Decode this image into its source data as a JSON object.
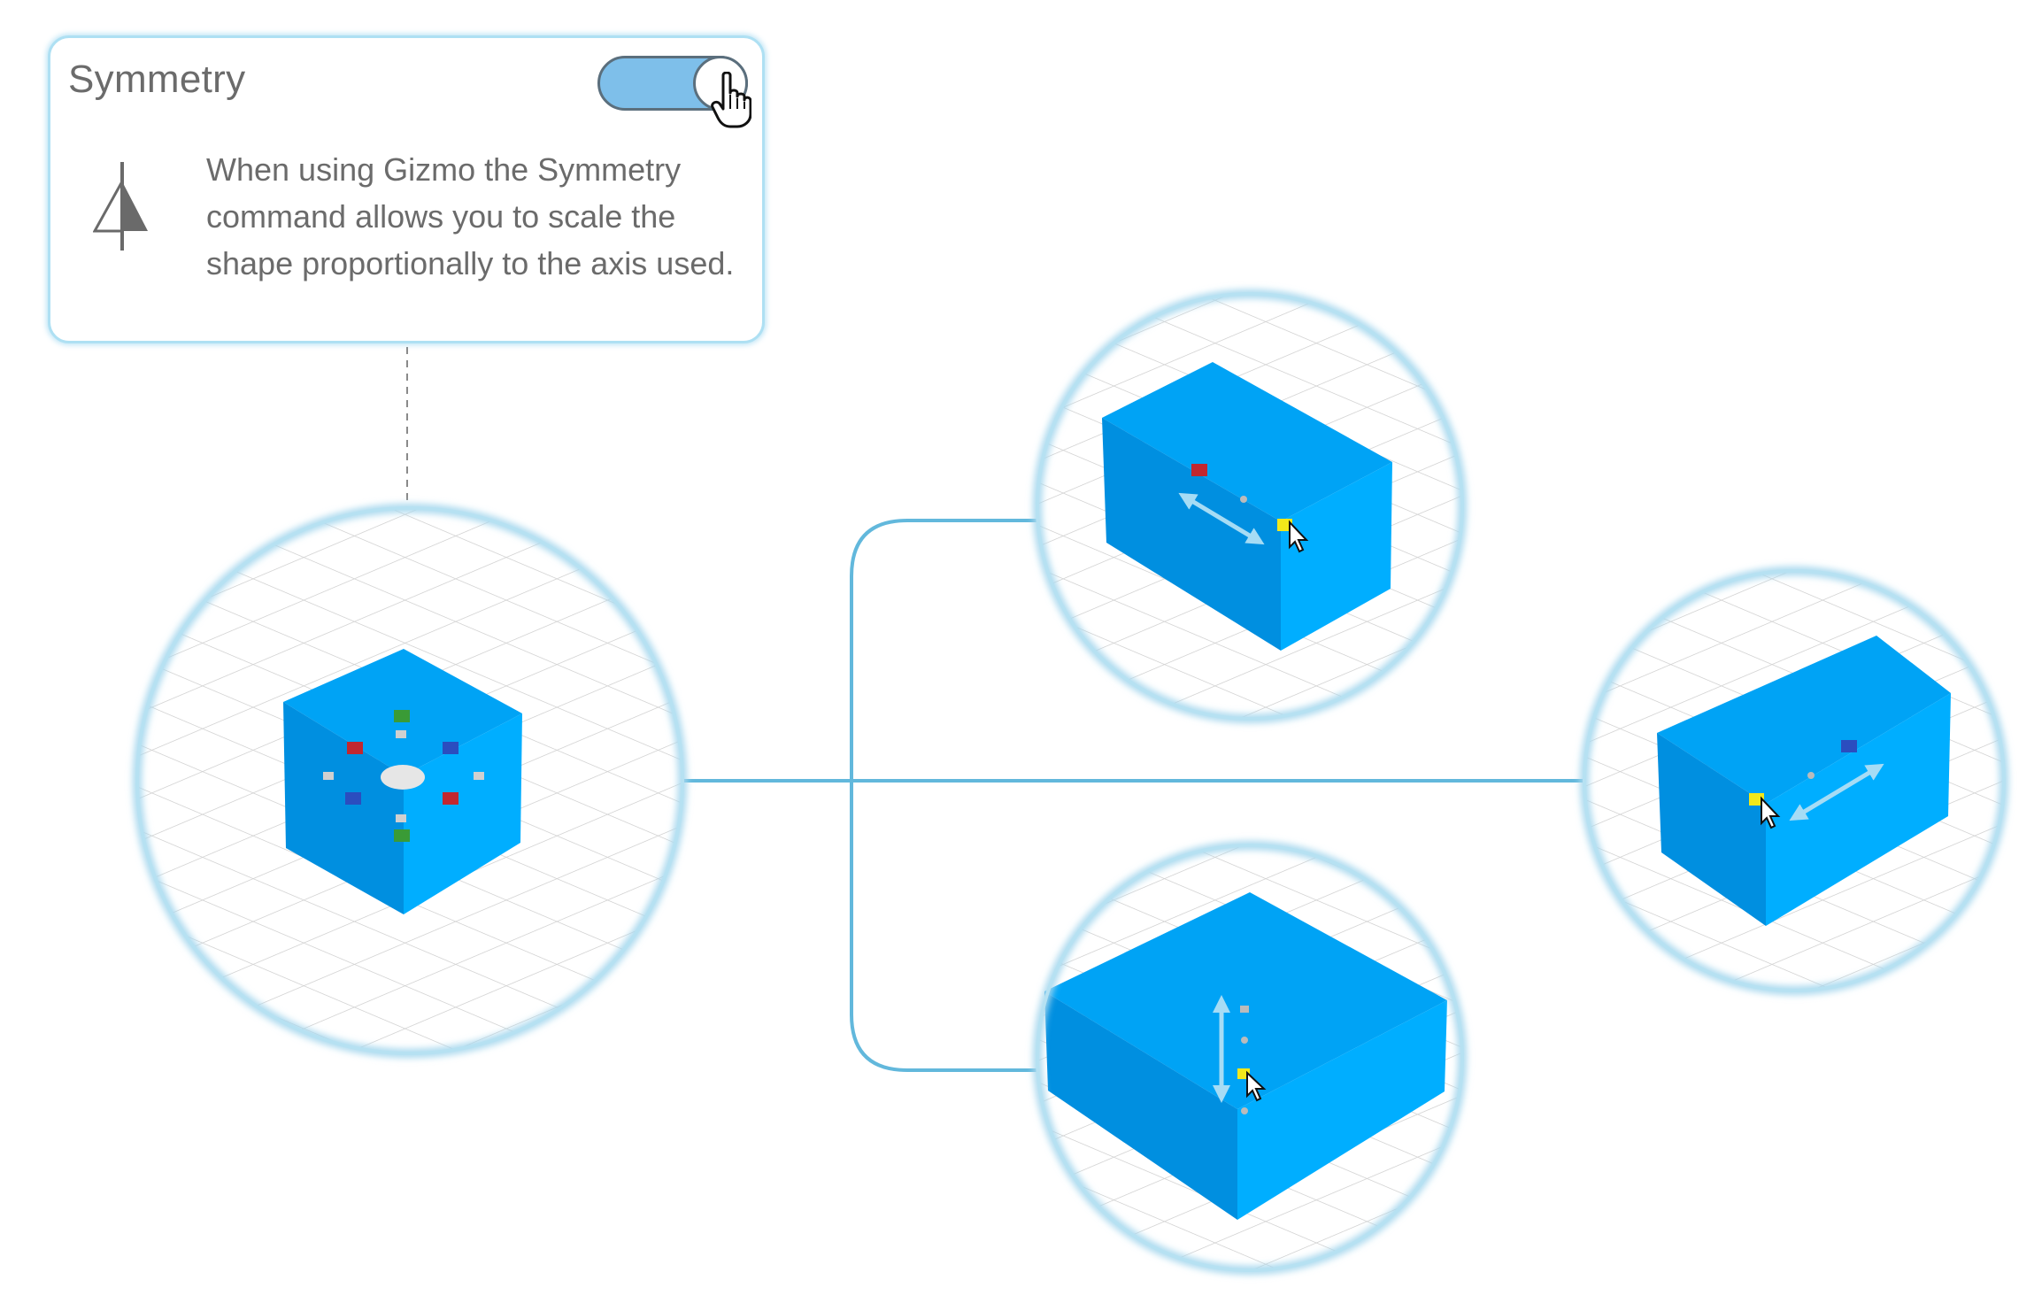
{
  "panel": {
    "title": "Symmetry",
    "toggle_on": true,
    "description": "When using Gizmo the Symmetry command allows you to scale the shape proportionally to the axis used.",
    "icon": "symmetry-icon"
  },
  "colors": {
    "cube_top": "#00a3f5",
    "cube_left": "#008fe0",
    "cube_right": "#00aeff",
    "ring": "#a8d8ee",
    "connector": "#62b8dc",
    "grid": "#d3d3d3",
    "toggle_track": "#7ebfea",
    "handle_red": "#c2272f",
    "handle_green": "#3a9b36",
    "handle_blue": "#2b4dbf",
    "handle_yellow": "#f2e81a",
    "arrow": "#a6dcf5"
  },
  "views": [
    {
      "name": "default",
      "handles": [
        "red",
        "green",
        "blue",
        "gray"
      ]
    },
    {
      "name": "scale-x",
      "handles": [
        "red",
        "yellow"
      ]
    },
    {
      "name": "scale-y",
      "handles": [
        "blue",
        "yellow"
      ]
    },
    {
      "name": "scale-z",
      "handles": [
        "yellow"
      ]
    }
  ]
}
